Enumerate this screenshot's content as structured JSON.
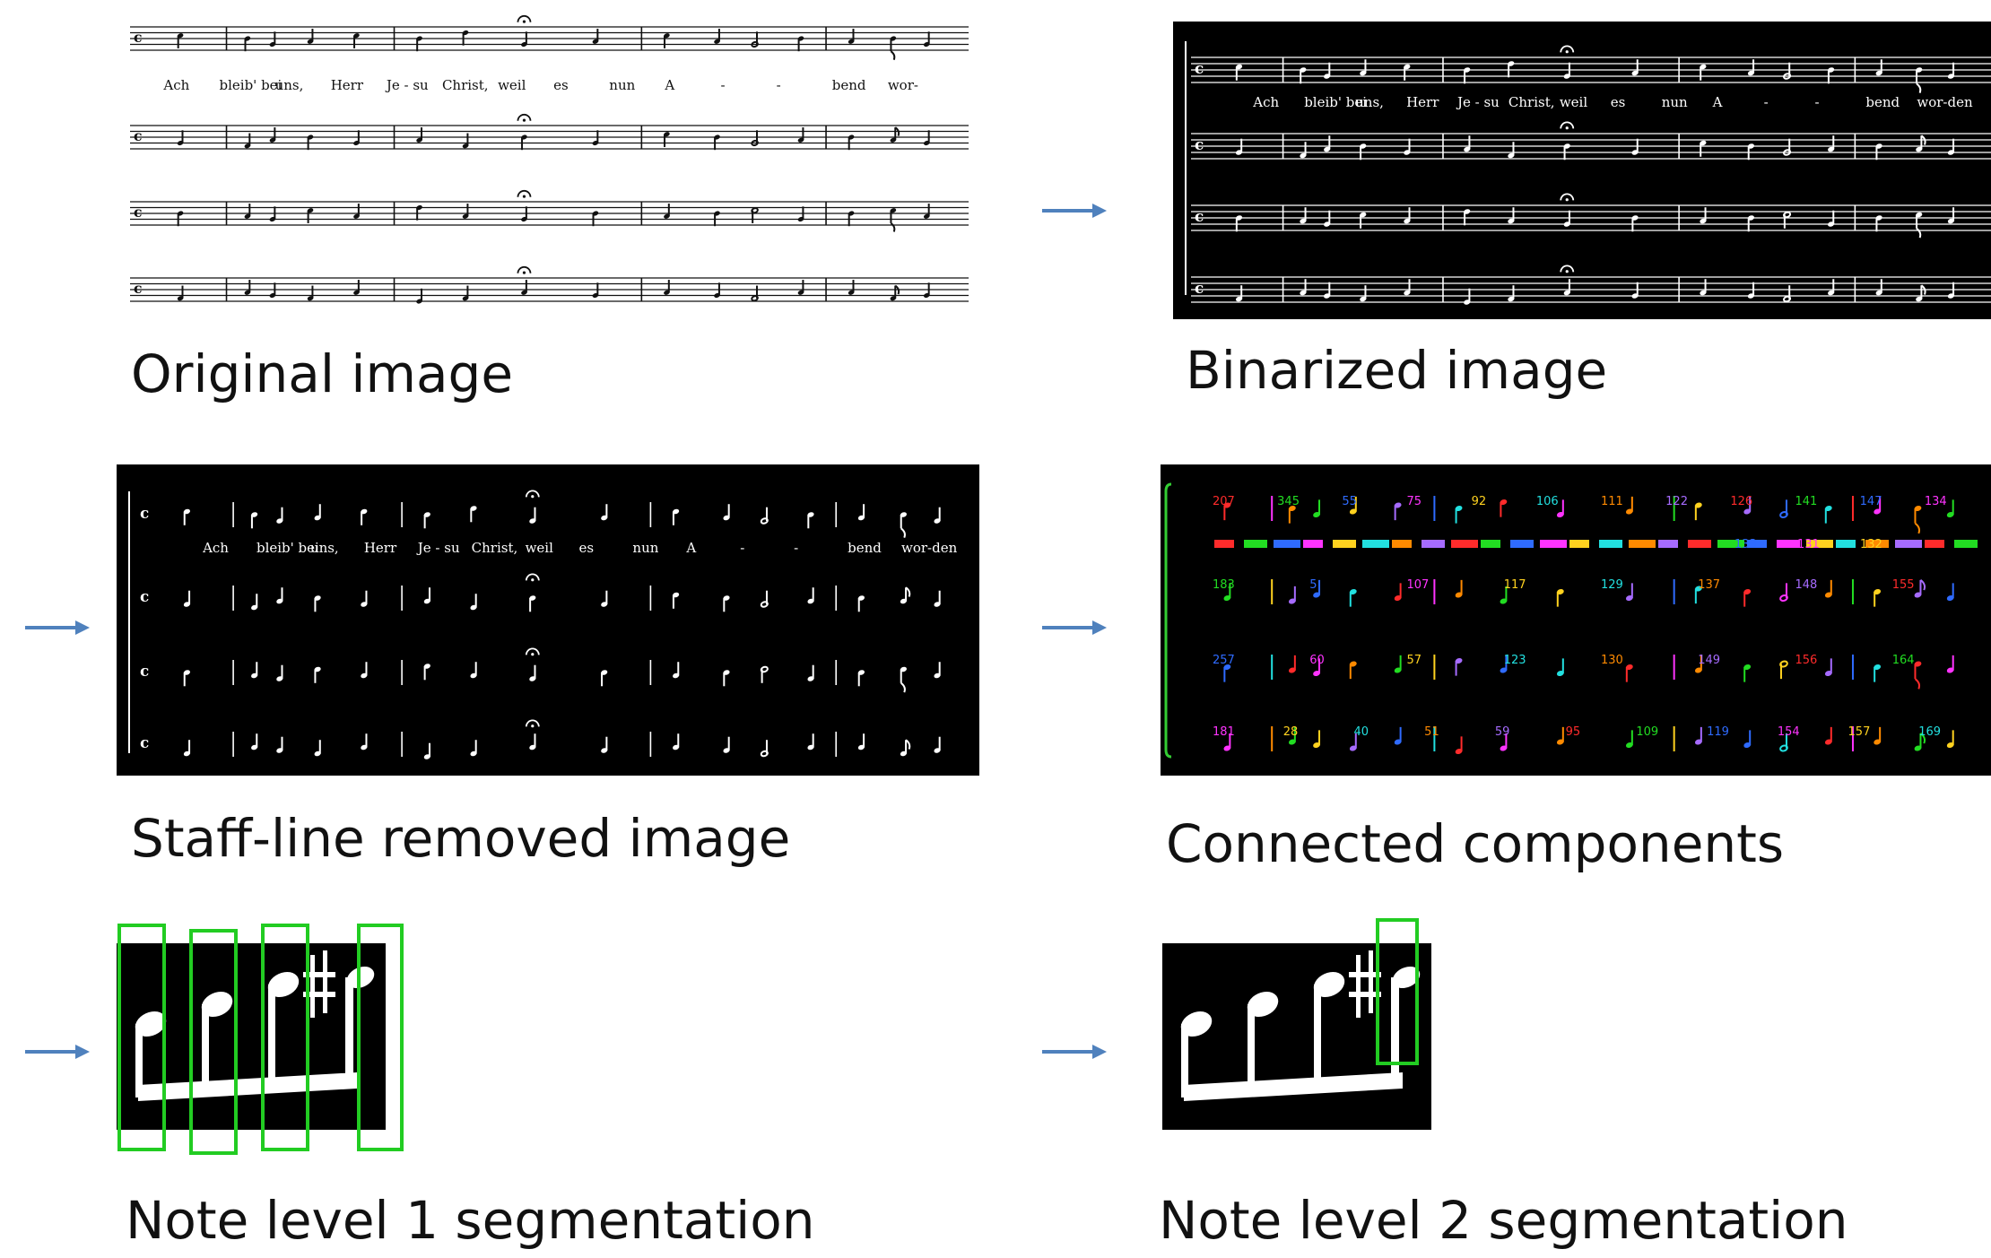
{
  "colors": {
    "arrow": "#4f81bd",
    "segmentation_box": "#22cc22",
    "panel_dark": "#000000",
    "ink_light": "#ffffff",
    "ink_dark": "#000000",
    "bracket": "#33cc33",
    "component_palette": [
      "#ff2b2b",
      "#22dd22",
      "#2f6bff",
      "#ff33ff",
      "#ffd21f",
      "#22e0e0",
      "#ff8a00",
      "#a66bff"
    ]
  },
  "captions": {
    "original": "Original image",
    "binarized": "Binarized image",
    "staff_removed": "Staff-line removed image",
    "connected": "Connected components",
    "note_level_1": "Note level 1 segmentation",
    "note_level_2": "Note level 2 segmentation"
  },
  "lyrics": {
    "original_line": [
      "Ach",
      "bleib' bei",
      "uns,",
      "Herr",
      "Je - su",
      "Christ,",
      "weil",
      "es",
      "nun",
      "A",
      "-",
      "-",
      "bend",
      "wor-"
    ],
    "full_line": [
      "Ach",
      "bleib' bei",
      "uns,",
      "Herr",
      "Je - su",
      "Christ,",
      "weil",
      "es",
      "nun",
      "A",
      "-",
      "-",
      "bend",
      "wor-den"
    ]
  },
  "component_labels": {
    "top_row": [
      "207",
      "345",
      "55",
      "75",
      "92",
      "106",
      "111",
      "122",
      "126",
      "141",
      "147",
      "134"
    ],
    "row_2": [
      "183",
      "5",
      "107",
      "117",
      "129",
      "137",
      "148",
      "155"
    ],
    "row_3": [
      "257",
      "60",
      "57",
      "123",
      "130",
      "149",
      "156",
      "164"
    ],
    "row_4": [
      "181",
      "28",
      "40",
      "51",
      "59",
      "95",
      "109",
      "119",
      "154",
      "157",
      "169"
    ],
    "lyric_row": [
      "133",
      "131",
      "132"
    ]
  },
  "arrows": [
    "arrow-to-binarized",
    "arrow-to-staff-removed",
    "arrow-to-connected",
    "arrow-to-note-level-1",
    "arrow-to-note-level-2"
  ]
}
